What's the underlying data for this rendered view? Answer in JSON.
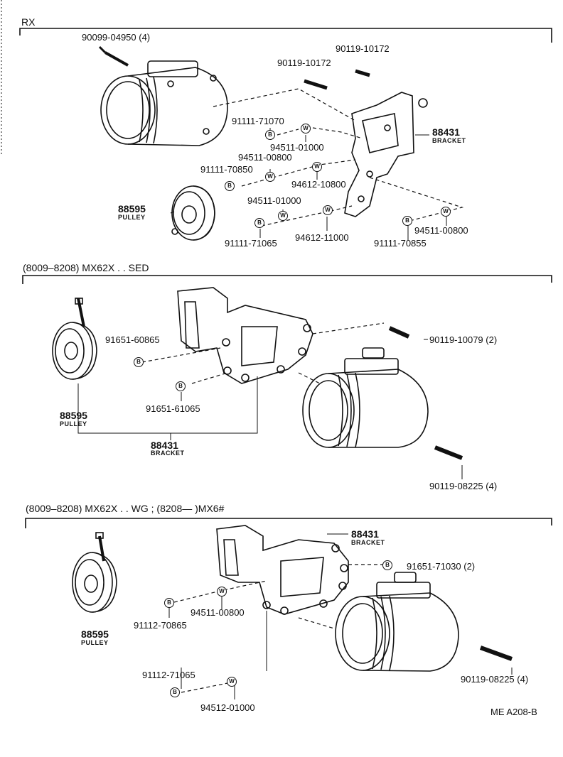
{
  "sections": [
    {
      "title": "RX",
      "labels": {
        "bolt_a": "90099-04950 (4)",
        "bolt_b": "90119-10172",
        "bolt_c": "90119-10172",
        "bracket_num": "88431",
        "bracket_name": "BRACKET",
        "b1": "91111-71070",
        "w1": "94511-01000",
        "w2": "94511-00800",
        "b2": "91111-70850",
        "w3": "94612-10800",
        "pulley_num": "88595",
        "pulley_name": "PULLEY",
        "w4": "94511-01000",
        "b3": "91111-71065",
        "w5": "94612-11000",
        "b4": "91111-70855",
        "w6": "94511-00800"
      }
    },
    {
      "title": "(8009–8208) MX62X . . SED",
      "labels": {
        "b1": "91651-60865",
        "bolt": "90119-10079 (2)",
        "b2": "91651-61065",
        "pulley_num": "88595",
        "pulley_name": "PULLEY",
        "bracket_num": "88431",
        "bracket_name": "BRACKET",
        "bolt2": "90119-08225 (4)"
      }
    },
    {
      "title": "(8009–8208) MX62X . . WG ; (8208—          )MX6#",
      "labels": {
        "bracket_num": "88431",
        "bracket_name": "BRACKET",
        "b1": "91651-71030 (2)",
        "w1": "94511-00800",
        "b2": "91112-70865",
        "pulley_num": "88595",
        "pulley_name": "PULLEY",
        "bolt": "90119-08225 (4)",
        "b3": "91112-71065",
        "w2": "94512-01000"
      }
    }
  ],
  "symbols": {
    "bolt": "B",
    "washer": "W"
  },
  "footer": "ME A208-B"
}
